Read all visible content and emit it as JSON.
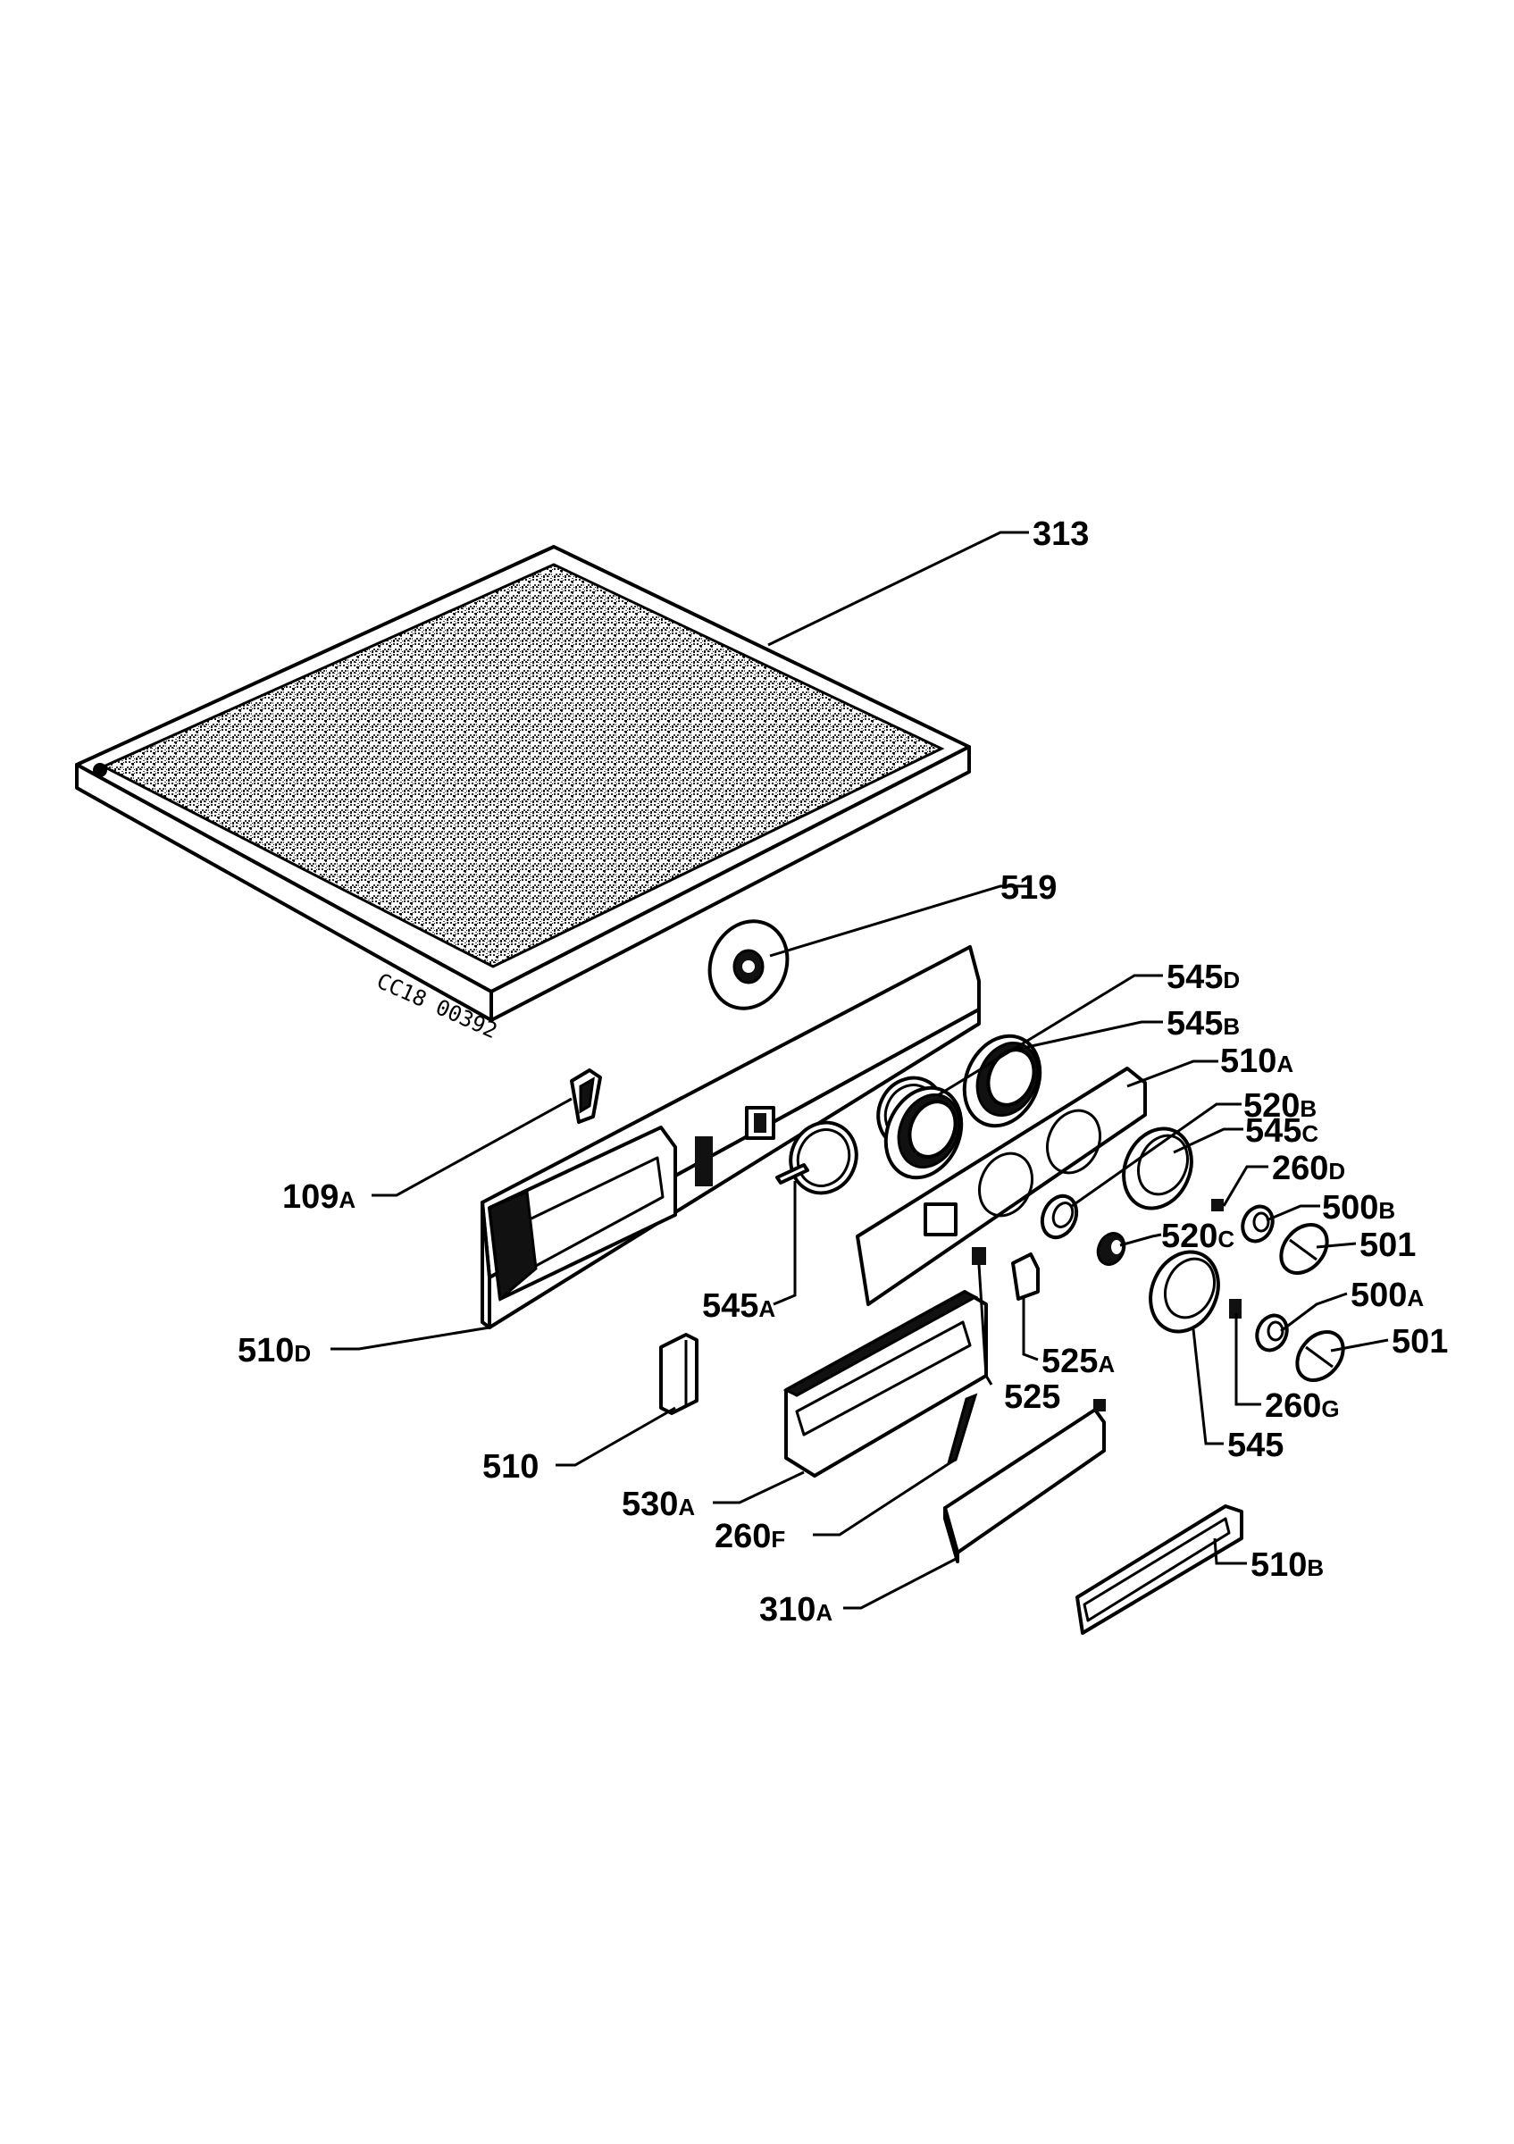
{
  "drawing_code": "CC18 00392",
  "labels": {
    "l313": "313",
    "l519": "519",
    "l545D": {
      "num": "545",
      "suf": "D"
    },
    "l545B": {
      "num": "545",
      "suf": "B"
    },
    "l510A": {
      "num": "510",
      "suf": "A"
    },
    "l520B": {
      "num": "520",
      "suf": "B"
    },
    "l545C": {
      "num": "545",
      "suf": "C"
    },
    "l260D": {
      "num": "260",
      "suf": "D"
    },
    "l500B": {
      "num": "500",
      "suf": "B"
    },
    "l520C": {
      "num": "520",
      "suf": "C"
    },
    "l501a": "501",
    "l500A": {
      "num": "500",
      "suf": "A"
    },
    "l501b": "501",
    "l109A": {
      "num": "109",
      "suf": "A"
    },
    "l545A": {
      "num": "545",
      "suf": "A"
    },
    "l525A": {
      "num": "525",
      "suf": "A"
    },
    "l525": "525",
    "l260G": {
      "num": "260",
      "suf": "G"
    },
    "l545": "545",
    "l510D": {
      "num": "510",
      "suf": "D"
    },
    "l510": "510",
    "l530A": {
      "num": "530",
      "suf": "A"
    },
    "l260F": {
      "num": "260",
      "suf": "F"
    },
    "l510B": {
      "num": "510",
      "suf": "B"
    },
    "l310A": {
      "num": "310",
      "suf": "A"
    }
  }
}
